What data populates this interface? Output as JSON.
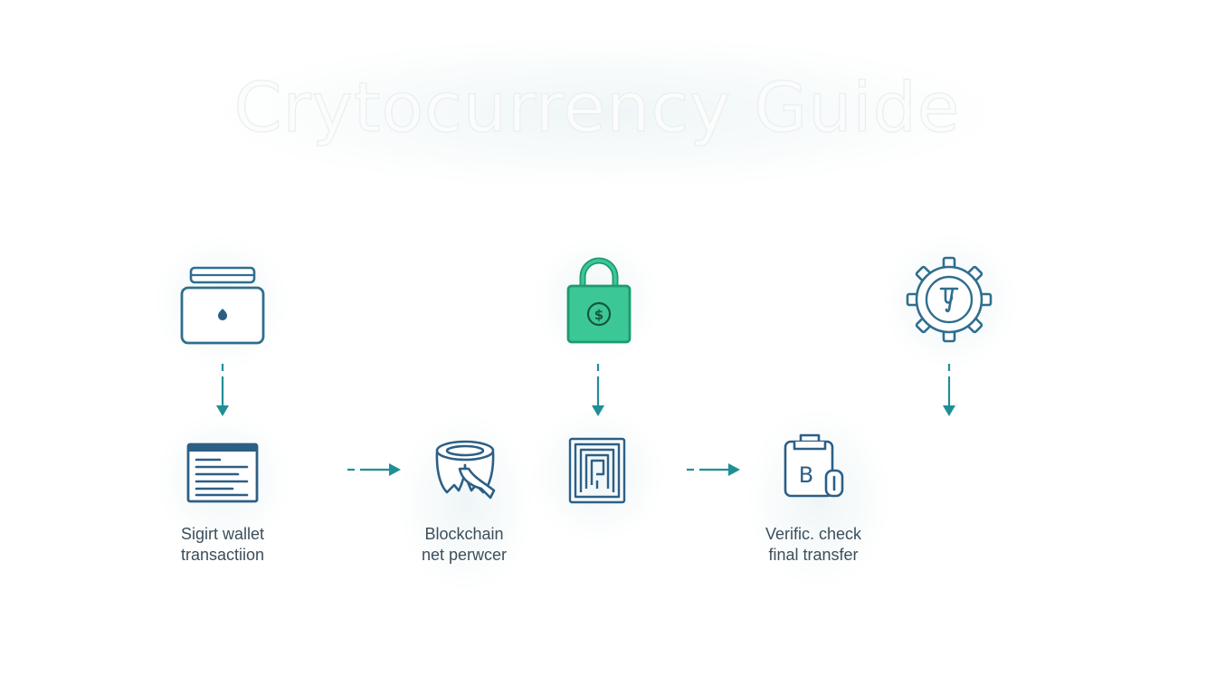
{
  "title": "Crytocurrency Guide",
  "colors": {
    "stroke": "#2f6e8e",
    "navy": "#2c5f86",
    "teal_arrow": "#1f8f96",
    "lock_fill": "#3cc796",
    "lock_dark": "#1e9a70",
    "text": "#3c4e5b"
  },
  "nodes": [
    {
      "id": "wallet",
      "icon": "wallet-icon"
    },
    {
      "id": "padlock",
      "icon": "padlock-dollar-icon"
    },
    {
      "id": "gear",
      "icon": "gear-icon"
    },
    {
      "id": "document",
      "icon": "document-lines-icon"
    },
    {
      "id": "network",
      "icon": "ribbon-network-icon"
    },
    {
      "id": "maze",
      "icon": "maze-chip-icon"
    },
    {
      "id": "bitcoin",
      "icon": "bitcoin-badge-icon"
    }
  ],
  "captions": [
    {
      "line1": "Sigirt wallet",
      "line2": "transactiion"
    },
    {
      "line1": "Blockchain",
      "line2": "net perwcer"
    },
    {
      "line1": "Verific. check",
      "line2": "final transfer"
    }
  ],
  "arrows": [
    {
      "from": "wallet",
      "to": "document",
      "direction": "down"
    },
    {
      "from": "padlock",
      "to": "maze",
      "direction": "down"
    },
    {
      "from": "gear",
      "to": "",
      "direction": "down"
    },
    {
      "from": "document",
      "to": "network",
      "direction": "right"
    },
    {
      "from": "maze",
      "to": "bitcoin",
      "direction": "right"
    }
  ]
}
